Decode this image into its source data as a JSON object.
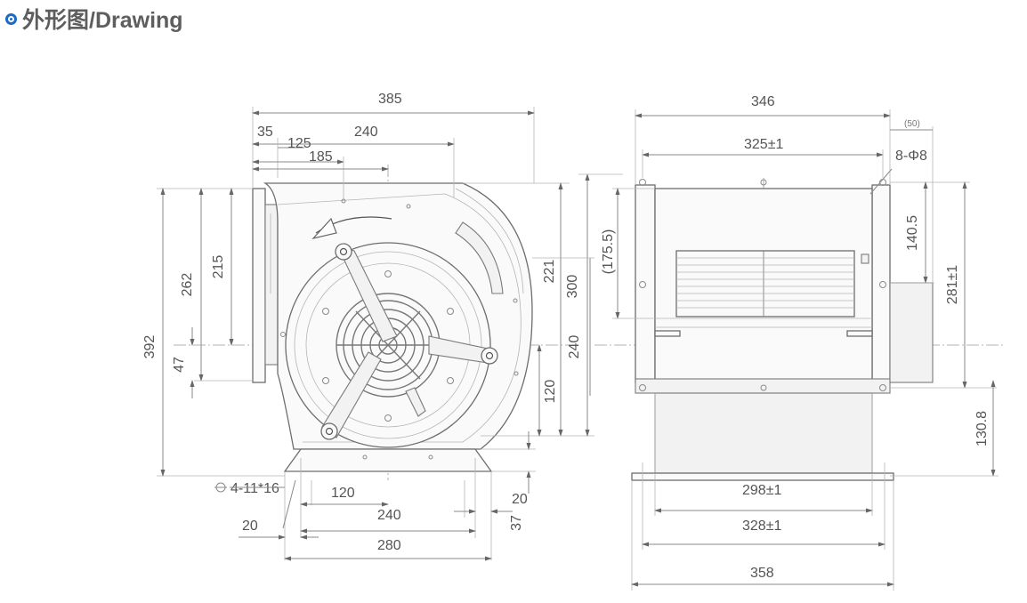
{
  "header": {
    "title": "外形图/Drawing"
  },
  "front_view": {
    "dims": {
      "overall_width": "385",
      "d35": "35",
      "d125": "125",
      "d240_top": "240",
      "d185": "185",
      "d392": "392",
      "d262": "262",
      "d215": "215",
      "d47": "47",
      "d221": "221",
      "d300": "300",
      "d120_right": "120",
      "d240_right": "240",
      "d175_5": "(175.5)",
      "holes": "4-11*16",
      "d120_bottom": "120",
      "d240_bottom": "240",
      "d280": "280",
      "d20_left": "20",
      "d20_right": "20",
      "d37": "37"
    }
  },
  "side_view": {
    "dims": {
      "overall_width": "346",
      "d325": "325±1",
      "d50": "(50)",
      "holes": "8-Φ8",
      "d140_5": "140.5",
      "d281": "281±1",
      "d130_8": "130.8",
      "d298": "298±1",
      "d328": "328±1",
      "d358": "358"
    }
  }
}
